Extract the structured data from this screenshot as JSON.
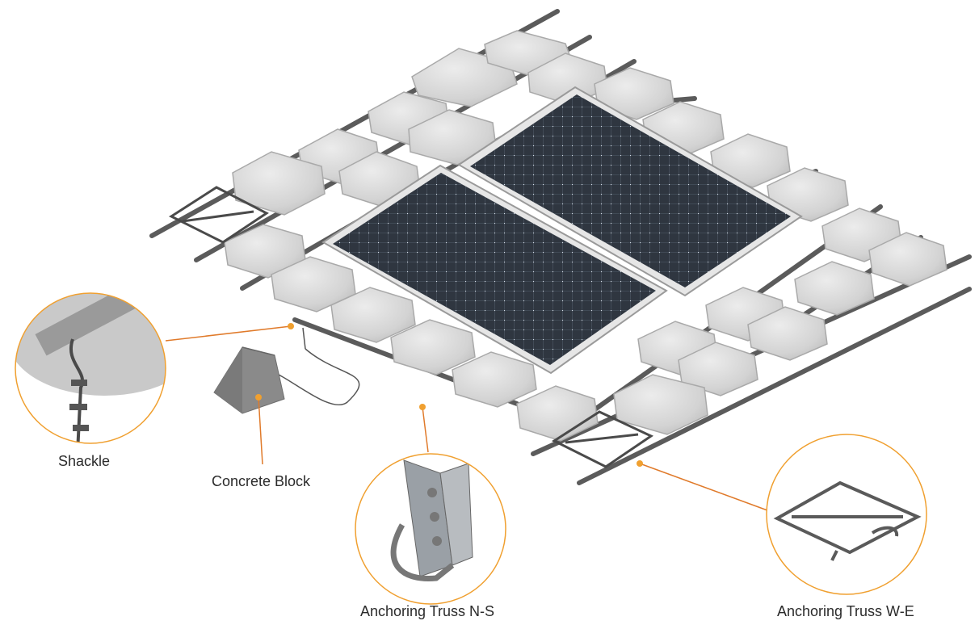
{
  "labels": {
    "shackle": "Shackle",
    "concrete_block": "Concrete Block",
    "anchoring_truss_ns": "Anchoring Truss N-S",
    "anchoring_truss_we": "Anchoring Truss W-E"
  },
  "colors": {
    "callout_accent": "#f0a030",
    "leader_line": "#e07a2a",
    "float_body": "#d6d6d6",
    "rail": "#5a5a5a",
    "panel_cells": "#2f3640",
    "panel_frame": "#e8e8e8",
    "concrete": "#8c8c8c"
  },
  "icons": {
    "solar_panel": "solar-panel-icon",
    "float": "pontoon-float-icon",
    "concrete_block": "concrete-block-icon",
    "shackle": "shackle-icon",
    "truss_ns": "anchoring-truss-ns-icon",
    "truss_we": "anchoring-truss-we-icon"
  }
}
